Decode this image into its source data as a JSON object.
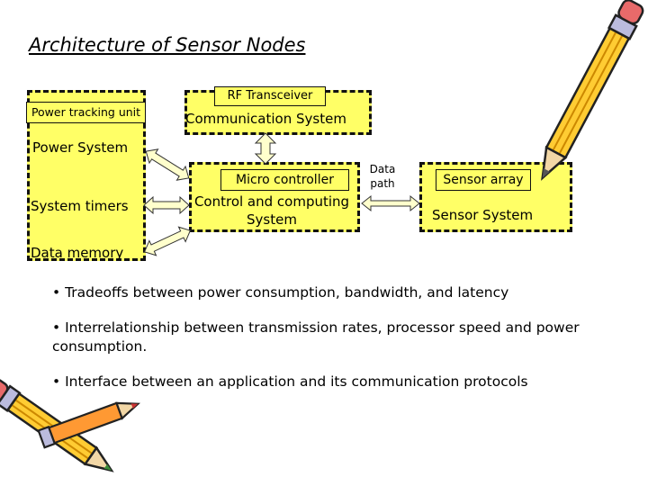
{
  "title": "Architecture of Sensor Nodes",
  "power_system": {
    "label": "Power System",
    "power_tracking_unit": "Power tracking unit",
    "system_timers": "System timers",
    "data_memory": "Data memory"
  },
  "communication": {
    "rf_transceiver": "RF Transceiver",
    "label": "Communication System"
  },
  "control": {
    "micro_controller": "Micro controller",
    "label_line1": "Control and computing",
    "label_line2": "System"
  },
  "data_path_label": "Data path",
  "sensor": {
    "sensor_array": "Sensor array",
    "label": "Sensor System"
  },
  "bullets": [
    "• Tradeoffs between power consumption, bandwidth, and latency",
    "• Interrelationship between transmission rates, processor speed and power consumption.",
    "• Interface between an application and its communication protocols"
  ],
  "colors": {
    "box_fill": "#ffff66",
    "arrow_fill": "#ffffcc"
  }
}
